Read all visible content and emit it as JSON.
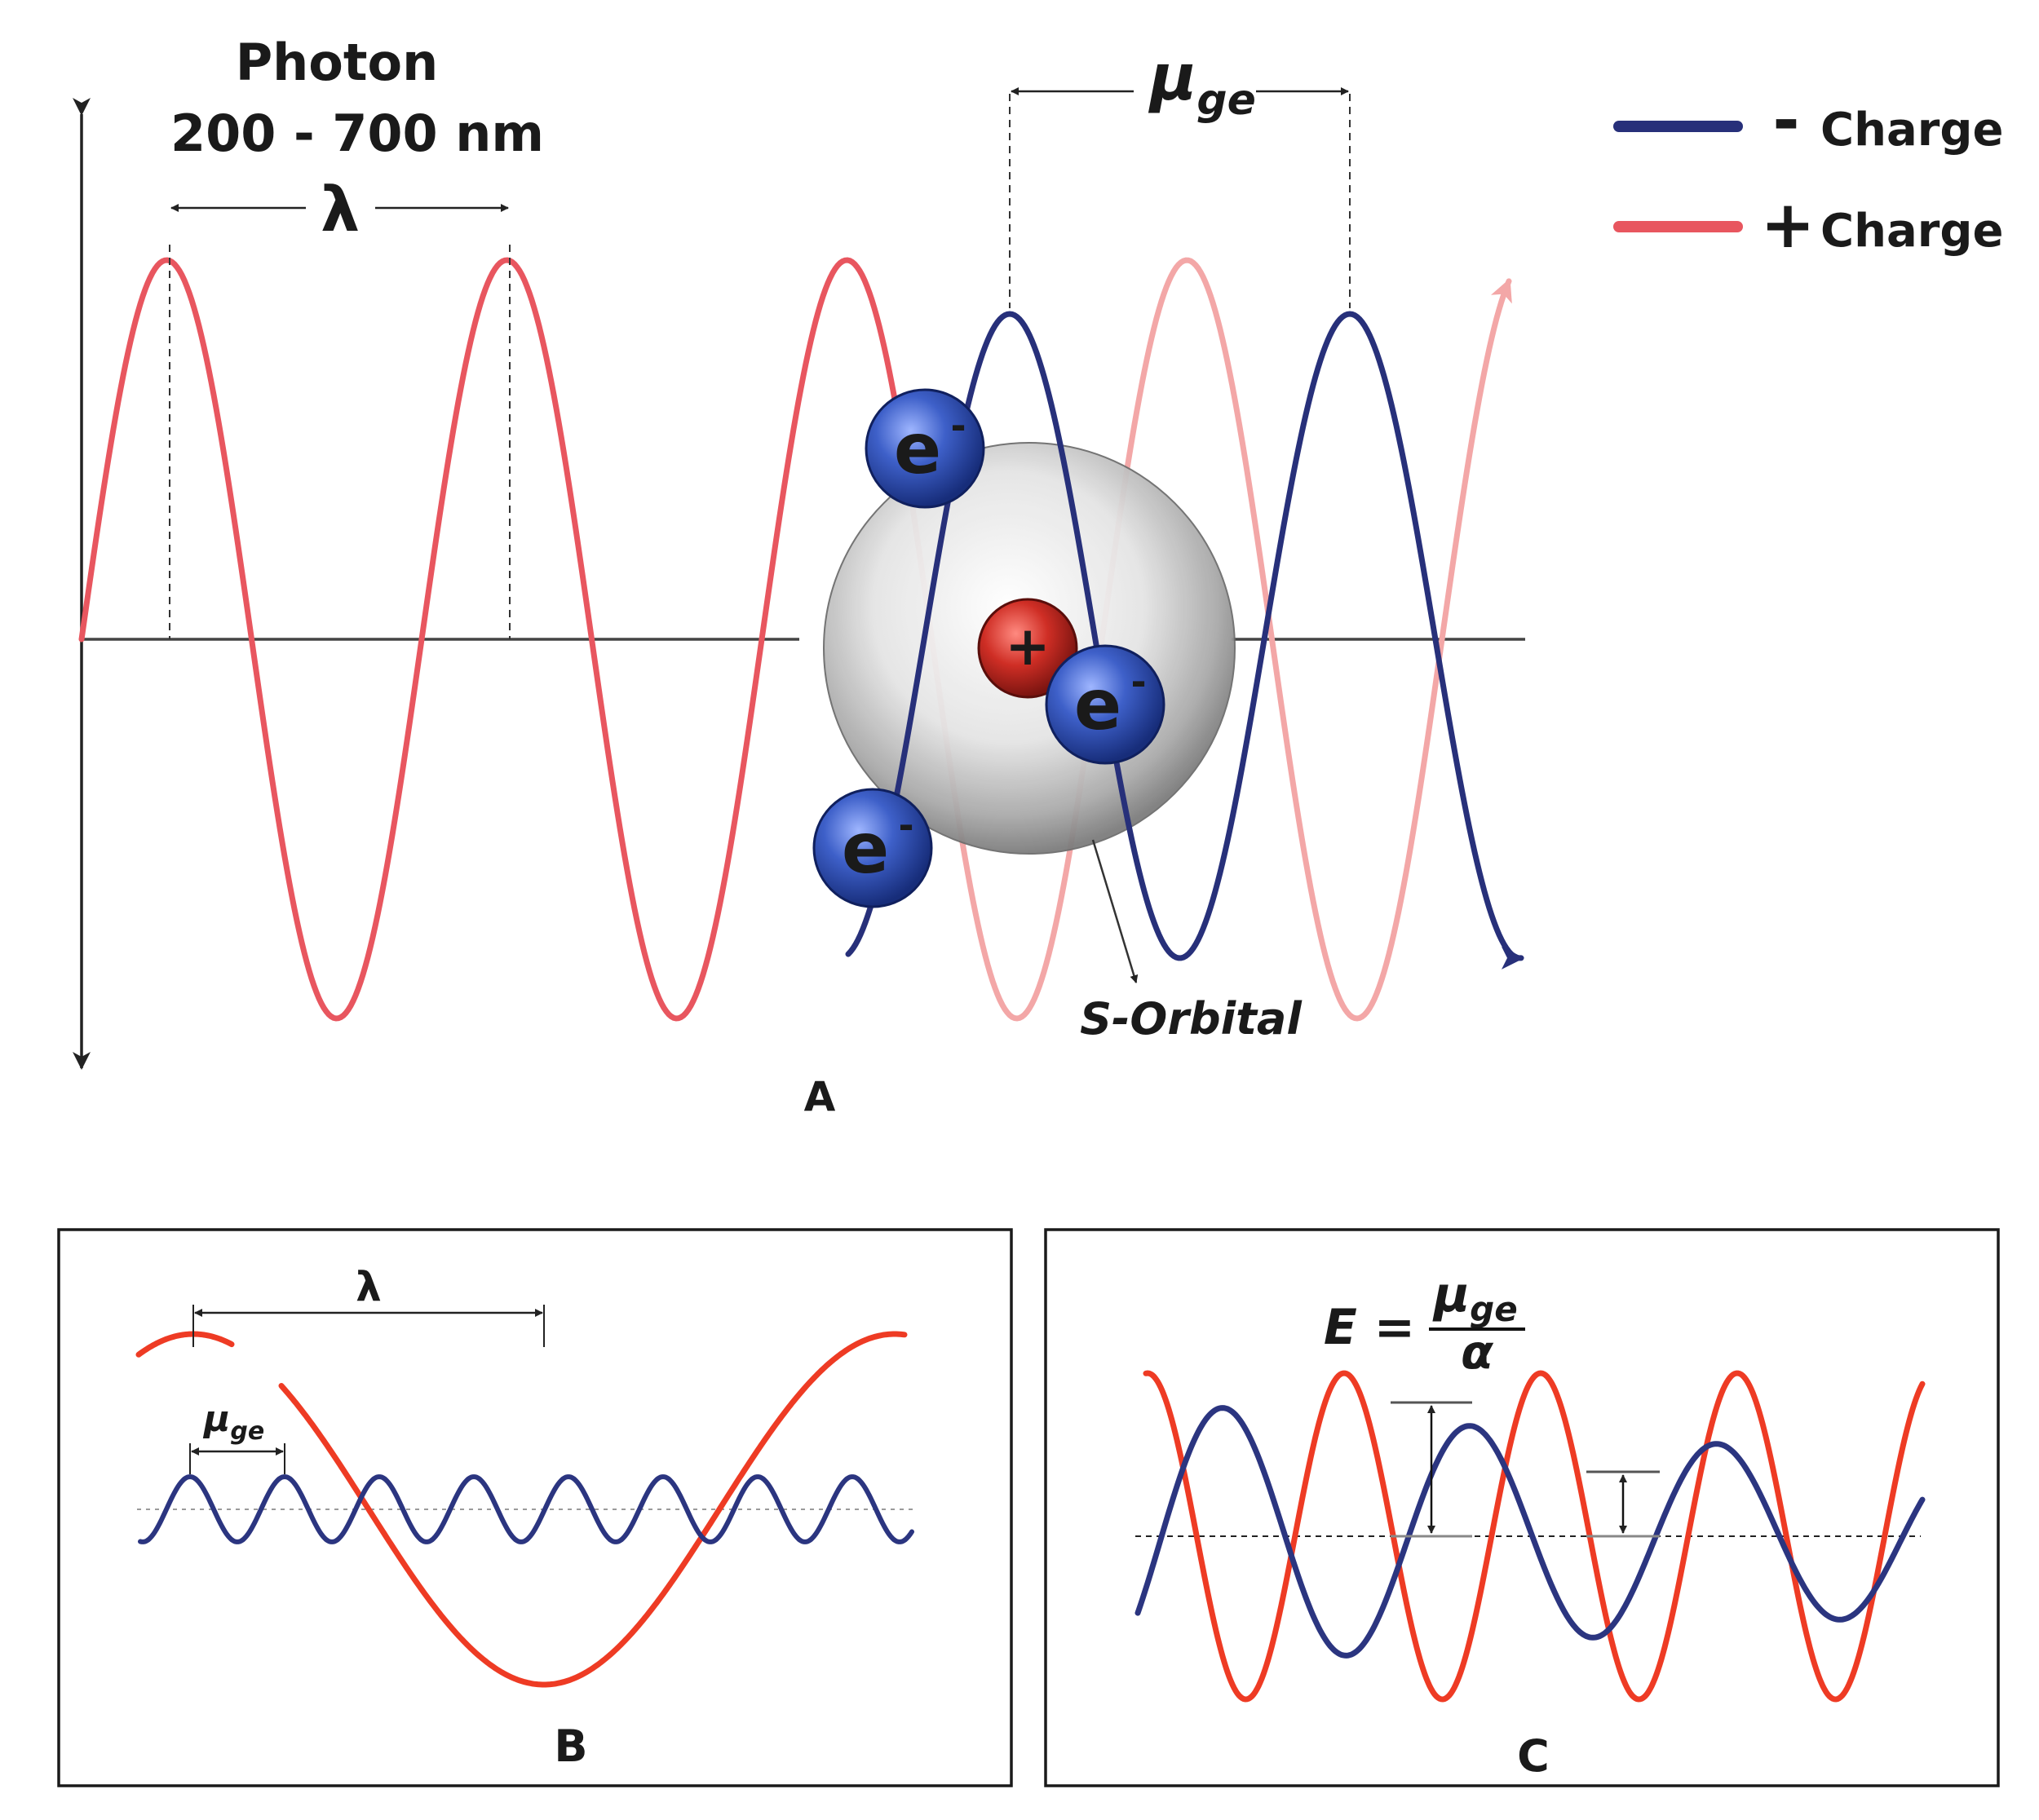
{
  "colors": {
    "negative_charge": "#27307a",
    "positive_charge": "#e8565f",
    "positive_charge_faded": "#f3a7a7",
    "panel_red": "#ee3b24",
    "panel_blue": "#2b3580",
    "axis": "#444444",
    "nucleus": "#c9302c",
    "electron": "#2f4fb5"
  },
  "panel_a": {
    "photon_title": "Photon",
    "photon_range": "200 - 700 nm",
    "wavelength_symbol": "λ",
    "dipole_symbol": "μ",
    "dipole_subscript": "ge",
    "electron_label": "e",
    "electron_charge": "-",
    "nucleus_label": "+",
    "orbital_label": "S-Orbital",
    "panel_label": "A"
  },
  "legend": {
    "items": [
      {
        "sign": "-",
        "label": "Charge",
        "color": "#27307a"
      },
      {
        "sign": "+",
        "label": "Charge",
        "color": "#e8565f"
      }
    ]
  },
  "panel_b": {
    "wavelength_symbol": "λ",
    "dipole_symbol": "μ",
    "dipole_subscript": "ge",
    "panel_label": "B"
  },
  "panel_c": {
    "equation_lhs": "E =",
    "equation_numerator": "μ",
    "equation_numerator_sub": "ge",
    "equation_denominator": "α",
    "panel_label": "C"
  }
}
